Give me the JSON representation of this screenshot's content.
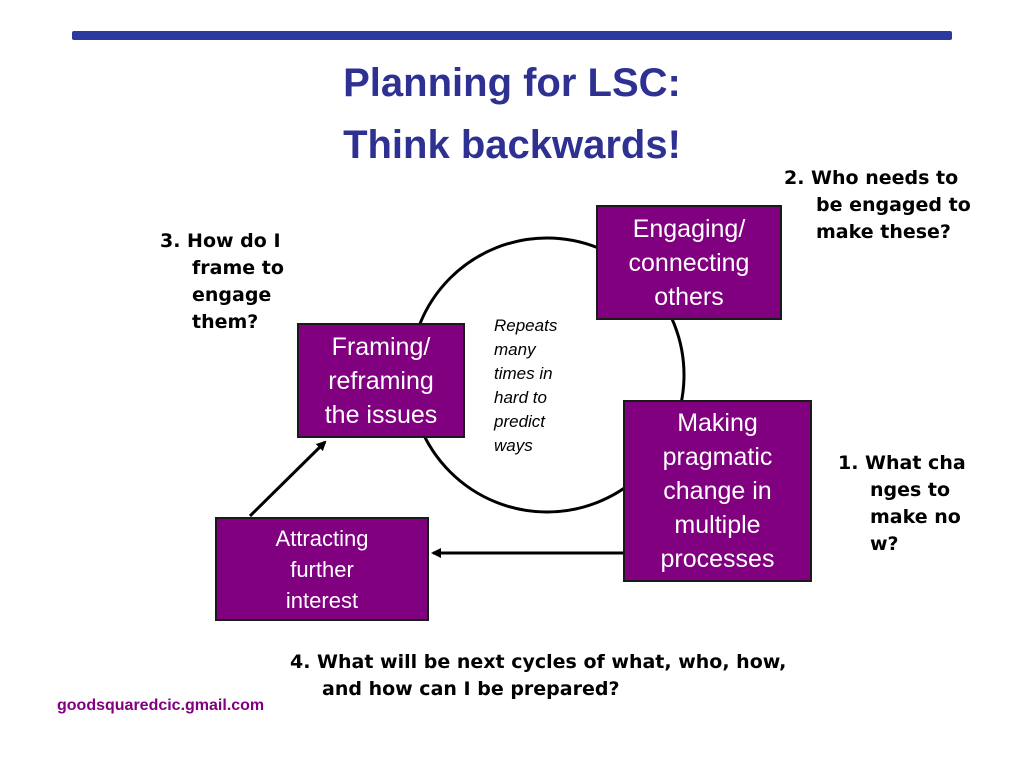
{
  "title": {
    "line1": "Planning for LSC:",
    "line2": "Think backwards!"
  },
  "boxes": {
    "engaging": [
      "Engaging/",
      "connecting",
      "others"
    ],
    "framing": [
      "Framing/",
      "reframing",
      "the issues"
    ],
    "making": [
      "Making",
      "pragmatic",
      "change in",
      "multiple",
      "processes"
    ],
    "attracting": [
      "Attracting",
      "further",
      "interest"
    ]
  },
  "cycle_note": [
    "Repeats",
    "many",
    "times in",
    "hard to",
    "predict",
    "ways"
  ],
  "questions": {
    "q1": "1. What changes to make now?",
    "q2": "2. Who needs to be engaged to make these?",
    "q3": "3. How do I frame to engage them?",
    "q4": "4. What will be next cycles of what, who, how, and how can I be prepared?"
  },
  "footer": "goodsquaredcic.gmail.com",
  "colors": {
    "title": "#2e3192",
    "bar": "#2b3a9e",
    "box_fill": "#800080",
    "footer": "#800080"
  }
}
